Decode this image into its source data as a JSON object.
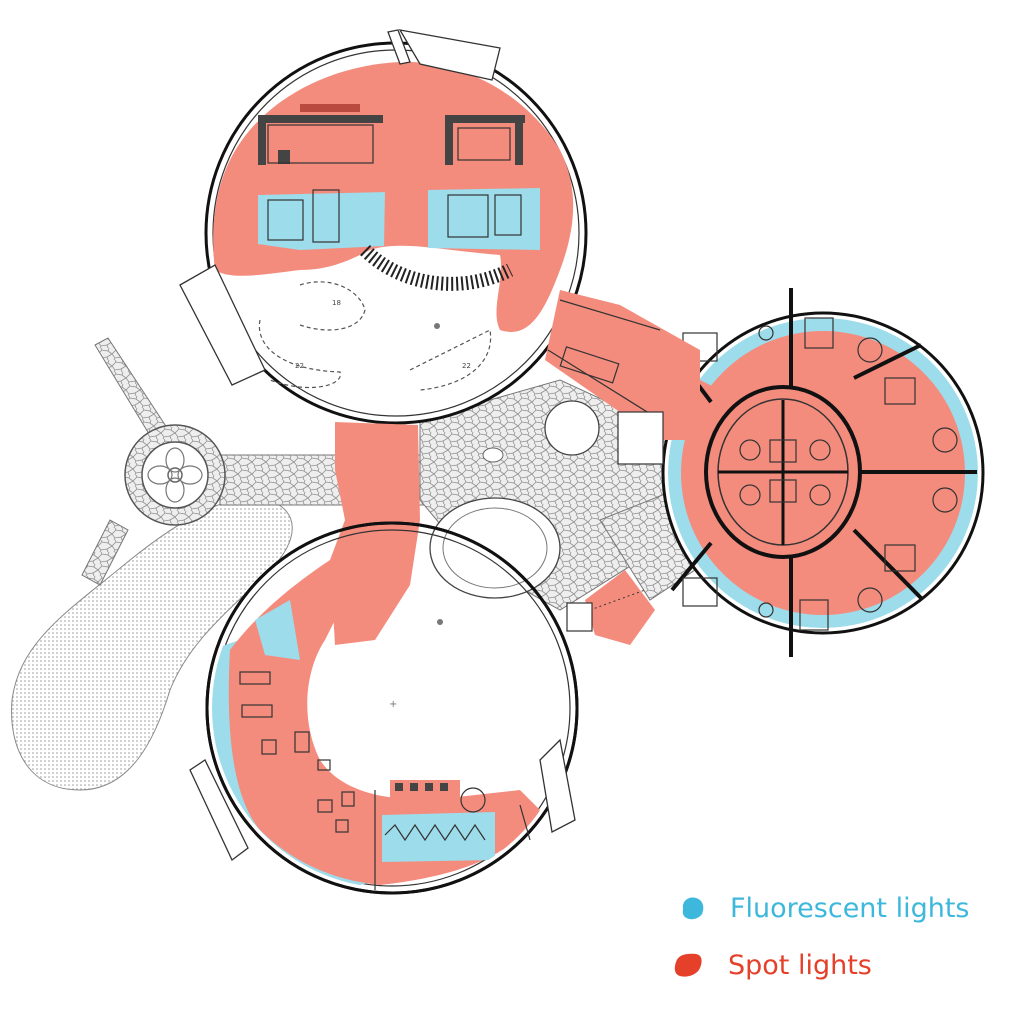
{
  "legend": {
    "items": [
      {
        "label": "Fluorescent lights",
        "color": "#3db8dc",
        "fill": "#9ddcea"
      },
      {
        "label": "Spot lights",
        "color": "#e4402a",
        "fill": "#f48c7e"
      }
    ]
  },
  "plan": {
    "line_color": "#111111",
    "pavement_color": "#bdbdbd",
    "table_counts": [
      "18",
      "22",
      "22"
    ]
  }
}
